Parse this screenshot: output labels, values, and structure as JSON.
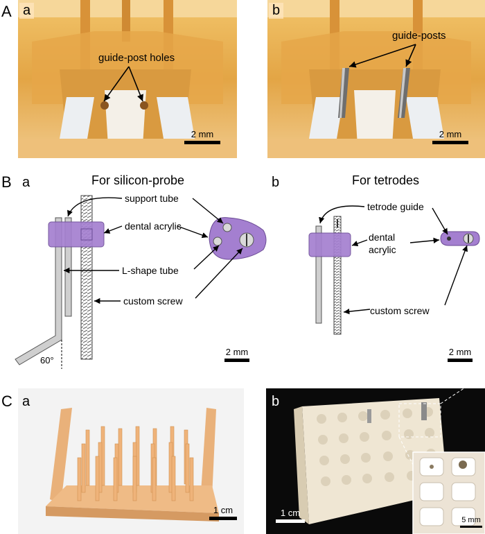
{
  "panels": {
    "A": {
      "letter": "A",
      "a": {
        "letter": "a",
        "annotation": "guide-post holes",
        "scale": "2 mm"
      },
      "b": {
        "letter": "b",
        "annotation": "guide-posts",
        "scale": "2 mm"
      }
    },
    "B": {
      "letter": "B",
      "a": {
        "letter": "a",
        "title": "For silicon-probe",
        "labels": {
          "support_tube": "support tube",
          "dental_acrylic": "dental acrylic",
          "l_shape_tube": "L-shape tube",
          "custom_screw": "custom screw",
          "angle": "60°"
        },
        "scale": "2 mm"
      },
      "b": {
        "letter": "b",
        "title": "For tetrodes",
        "labels": {
          "tetrode_guide": "tetrode guide",
          "dental_acrylic_1": "dental",
          "dental_acrylic_2": "acrylic",
          "custom_screw": "custom screw"
        },
        "scale": "2 mm"
      }
    },
    "C": {
      "letter": "C",
      "a": {
        "letter": "a",
        "scale": "1 cm"
      },
      "b": {
        "letter": "b",
        "scale": "1 cm",
        "inset_scale": "5 mm"
      }
    }
  },
  "colors": {
    "acrylic": "#a47fd0",
    "acrylic_edge": "#6a4a94",
    "tube": "#cfcfcf",
    "print_orange": "#e8a64a"
  }
}
